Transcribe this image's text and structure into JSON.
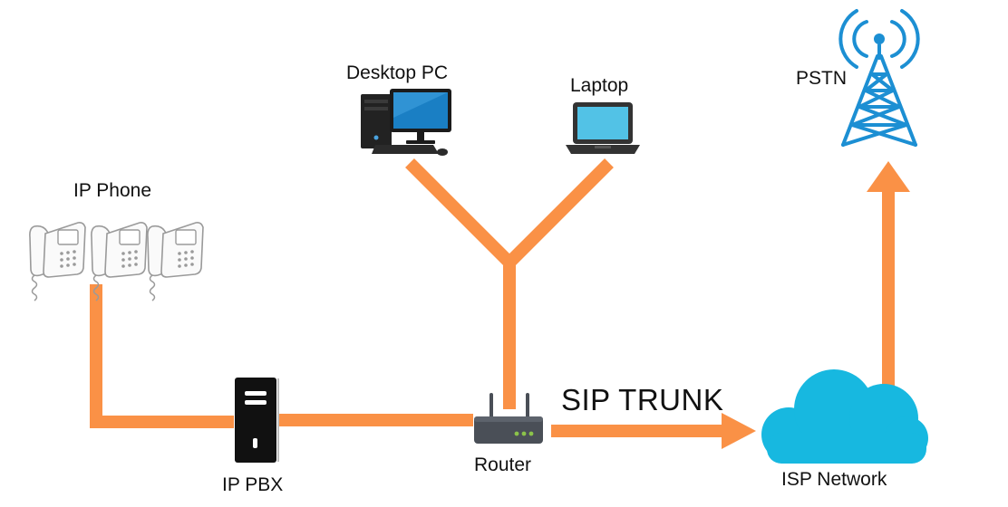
{
  "labels": {
    "ip_phone": "IP Phone",
    "desktop_pc": "Desktop PC",
    "laptop": "Laptop",
    "pstn": "PSTN",
    "ip_pbx": "IP PBX",
    "router": "Router",
    "isp_network": "ISP Network",
    "sip_trunk": "SIP TRUNK"
  },
  "colors": {
    "link": "#FA9146",
    "cloud": "#17B8E0",
    "tower": "#1C8FD3",
    "server": "#111111",
    "monitor_screen": "#1A7FC4",
    "laptop_screen": "#52C2E6",
    "phone_outline": "#9A9A9A",
    "router": "#4A4F57",
    "router_leds": "#8BC34A"
  },
  "icons": {
    "ip_phone": "desk-phone-icon",
    "desktop_pc": "desktop-computer-icon",
    "laptop": "laptop-icon",
    "pstn": "radio-tower-icon",
    "ip_pbx": "server-tower-icon",
    "router": "router-icon",
    "isp_network": "cloud-icon"
  }
}
